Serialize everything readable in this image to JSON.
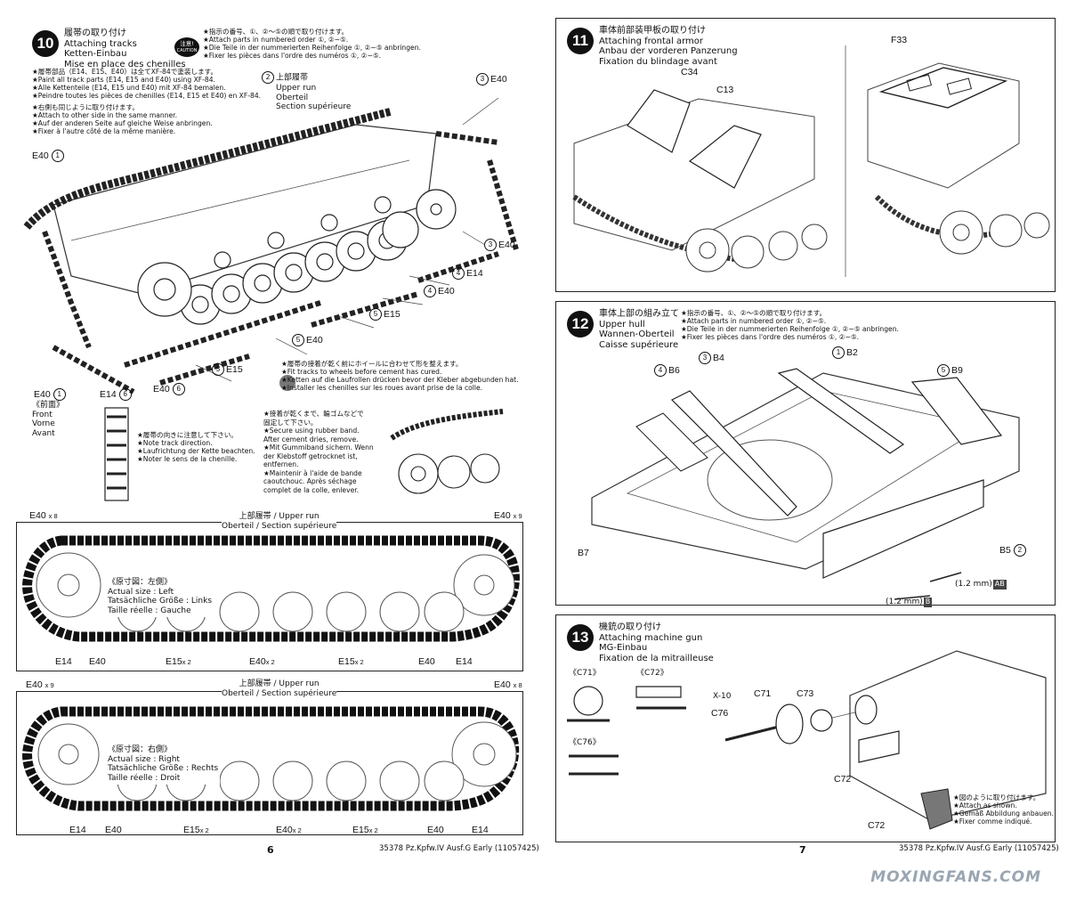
{
  "step10": {
    "num": "10",
    "title": [
      "履帯の取り付け",
      "Attaching tracks",
      "Ketten-Einbau",
      "Mise en place des chenilles"
    ],
    "caution_badge": [
      "注意!",
      "CAUTION"
    ],
    "caution": [
      "★指示の番号、①、②〜⑤の順で取り付けます。",
      "★Attach parts in numbered order ①, ②~⑤.",
      "★Die Teile in der nummerierten Reihenfolge ①, ②~⑤ anbringen.",
      "★Fixer les pièces dans l'ordre des numéros ①, ②~⑤."
    ],
    "paint_note": [
      "★履帯部品（E14、E15、E40）は全てXF-84で塗装します。",
      "★Paint all track parts (E14, E15 and E40) using XF-84.",
      "★Alle Kettenteile (E14, E15 und E40) mit XF-84 bemalen.",
      "★Peindre toutes les pièces de chenilles (E14, E15 et E40) en XF-84."
    ],
    "other_side_note": [
      "★右側も同じように取り付けます。",
      "★Attach to other side in the same manner.",
      "★Auf der anderen Seite auf gleiche Weise anbringen.",
      "★Fixer à l'autre côté de la même manière."
    ],
    "upper_run": [
      "上部履帯",
      "Upper run",
      "Oberteil",
      "Section supérieure"
    ],
    "fit_note": [
      "★履帯の接着が乾く前にホイールに合わせて形を整えます。",
      "★Fit tracks to wheels before cement has cured.",
      "★Ketten auf die Laufrollen drücken bevor der Kleber abgebunden hat.",
      "★Installer les chenilles sur les roues avant prise de la colle."
    ],
    "front": [
      "《前面》",
      "Front",
      "Vorne",
      "Avant"
    ],
    "direction_note": [
      "★履帯の向きに注意して下さい。",
      "★Note track direction.",
      "★Laufrichtung der Kette beachten.",
      "★Noter le sens de la chenille."
    ],
    "rubber_note": [
      "★接着が乾くまで、輪ゴムなどで",
      "固定して下さい。",
      "★Secure using rubber band.",
      "After cement dries, remove.",
      "★Mit Gummiband sichern. Wenn",
      "der Klebstoff getrocknet ist,",
      "entfernen.",
      "★Maintenir à l'aide de bande",
      "caoutchouc. Après séchage",
      "complet de la colle, enlever."
    ],
    "labels": {
      "c3_e40_top": "E40",
      "c3_e40_right": "E40",
      "c4_e14": "E14",
      "c4_e40": "E40",
      "c5_e15_a": "E15",
      "c5_e40": "E40",
      "c5_e15_b": "E15",
      "e40_1_left": "E40",
      "e40_1_bottom": "E40",
      "e14_6": "E14",
      "e40_6": "E40",
      "n1": "1",
      "n2": "2",
      "n3": "3",
      "n4": "4",
      "n5": "5",
      "n6": "6"
    }
  },
  "tracks": {
    "upper_caption": "上部履帯 / Upper run",
    "upper_caption2": "Oberteil / Section supérieure",
    "left": {
      "actual": [
        "《原寸図：左側》",
        "Actual size : Left",
        "Tatsächliche Größe : Links",
        "Taille réelle : Gauche"
      ],
      "e40_left": "E40",
      "e40_left_mult": "x 8",
      "e40_right": "E40",
      "e40_right_mult": "x 9",
      "bottom": [
        "E14",
        "E40",
        "E15",
        "E40",
        "E15",
        "E40",
        "E14"
      ],
      "mults": [
        "x 2",
        "x 2",
        "x 2"
      ]
    },
    "right": {
      "actual": [
        "《原寸図：右側》",
        "Actual size : Right",
        "Tatsächliche Größe : Rechts",
        "Taille réelle : Droit"
      ],
      "e40_left": "E40",
      "e40_left_mult": "x 9",
      "e40_right": "E40",
      "e40_right_mult": "x 8",
      "bottom": [
        "E14",
        "E40",
        "E15",
        "E40",
        "E15",
        "E40",
        "E14"
      ],
      "mults": [
        "x 2",
        "x 2",
        "x 2"
      ]
    }
  },
  "footer_left": {
    "page": "6",
    "text": "35378 Pz.Kpfw.IV Ausf.G Early (11057425)"
  },
  "step11": {
    "num": "11",
    "title": [
      "車体前部装甲板の取り付け",
      "Attaching frontal armor",
      "Anbau der vorderen Panzerung",
      "Fixation du blindage avant"
    ],
    "labels": {
      "c34": "C34",
      "c13": "C13",
      "f33": "F33"
    }
  },
  "step12": {
    "num": "12",
    "title": [
      "車体上部の組み立て",
      "Upper hull",
      "Wannen-Oberteil",
      "Caisse supérieure"
    ],
    "note": [
      "★指示の番号、①、②〜⑤の順で取り付けます。",
      "★Attach parts in numbered order ①, ②~⑤.",
      "★Die Teile in der nummerierten Reihenfolge ①, ②~⑤ anbringen.",
      "★Fixer les pièces dans l'ordre des numéros ①, ②~⑤."
    ],
    "labels": {
      "b6": "B6",
      "b4": "B4",
      "b2": "B2",
      "b9": "B9",
      "b7": "B7",
      "b5": "B5",
      "drill1": "(1.2 mm)",
      "drill2": "(1.2 mm)",
      "ab": "AB",
      "b": "B",
      "n1": "1",
      "n2": "2",
      "n3": "3",
      "n4": "4",
      "n5": "5"
    }
  },
  "step13": {
    "num": "13",
    "title": [
      "機銃の取り付け",
      "Attaching machine gun",
      "MG-Einbau",
      "Fixation de la mitrailleuse"
    ],
    "labels": {
      "c71_box": "《C71》",
      "c72_box": "《C72》",
      "c76_box": "《C76》",
      "x10": "X-10",
      "c76": "C76",
      "c71": "C71",
      "c73": "C73",
      "c72": "C72",
      "c72_b": "C72"
    },
    "note": [
      "★図のように取り付けます。",
      "★Attach as shown.",
      "★Gemäß Abbildung anbauen.",
      "★Fixer comme indiqué."
    ]
  },
  "footer_right": {
    "page": "7",
    "text": "35378 Pz.Kpfw.IV Ausf.G Early (11057425)"
  },
  "watermark": "MOXINGFANS.COM"
}
